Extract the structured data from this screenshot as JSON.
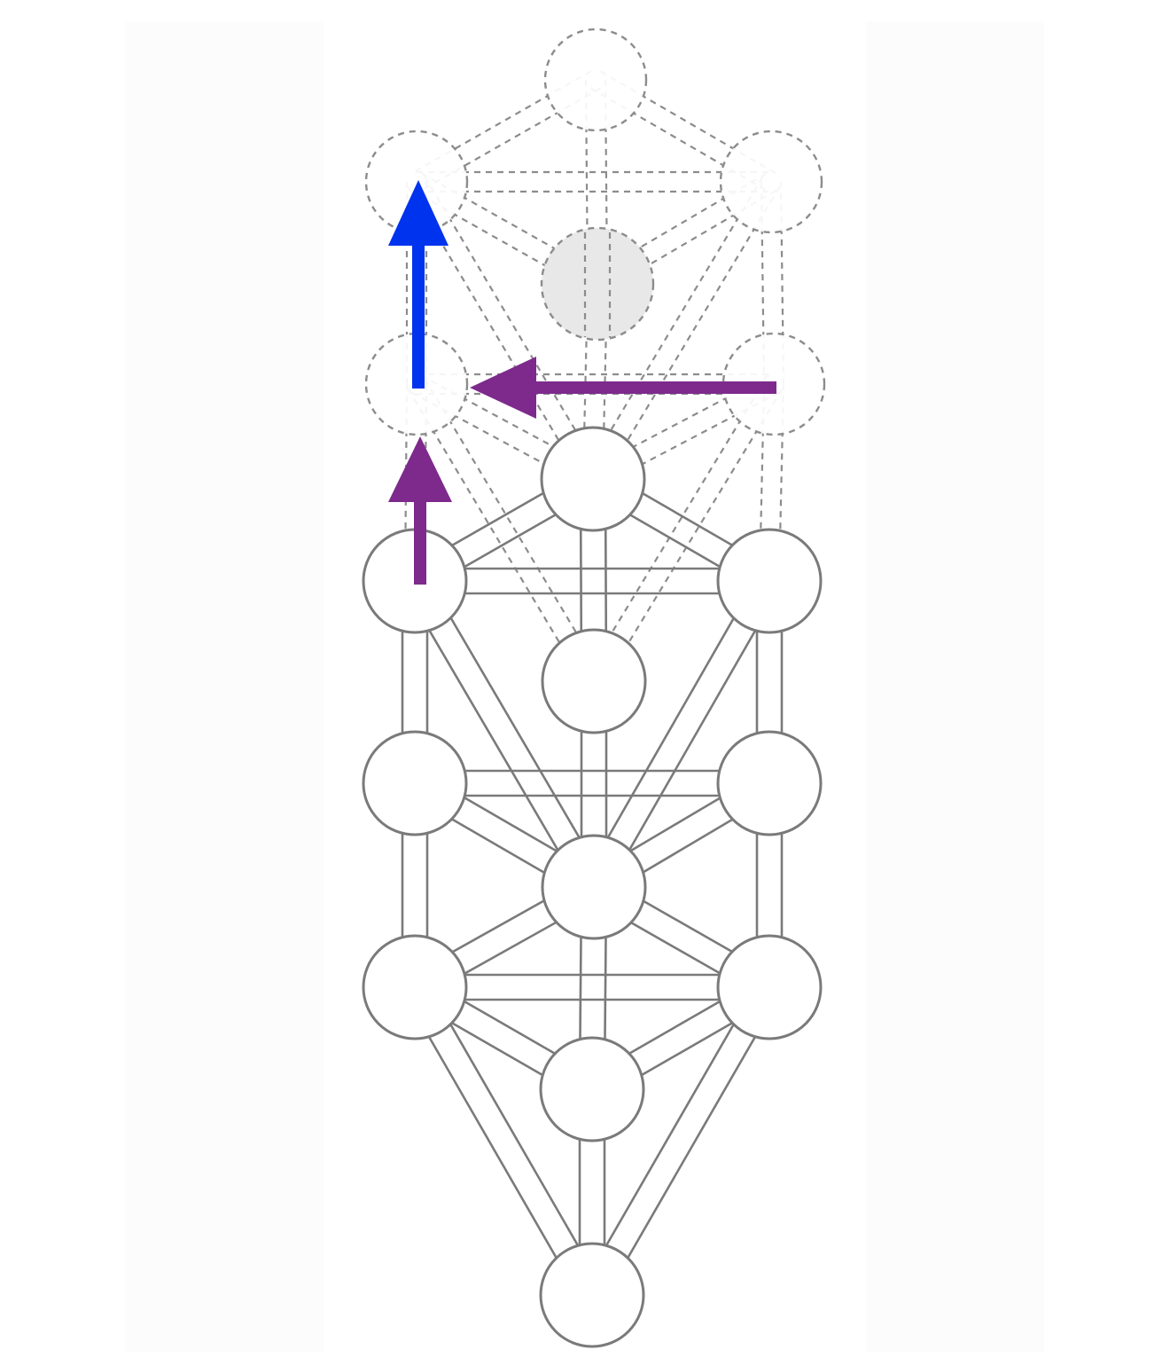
{
  "diagram": {
    "upper_nodes": [
      "upper-top",
      "upper-left-1",
      "upper-right-1",
      "upper-hidden",
      "upper-left-2",
      "upper-right-2"
    ],
    "lower_nodes": [
      "kether",
      "chokmah-left",
      "binah-right",
      "tiphereth-upper",
      "left-mid",
      "right-mid",
      "center-mid",
      "left-low",
      "right-low",
      "yesod",
      "malkuth"
    ],
    "colors": {
      "solid_line": "#7a7a7a",
      "dashed_line": "#8c8c8c",
      "hidden_fill": "#e8e8e8",
      "arrow_blue": "#0033ee",
      "arrow_purple": "#7d2a8c"
    },
    "arrows": [
      {
        "name": "blue-up-arrow",
        "color": "arrow_blue",
        "direction": "up"
      },
      {
        "name": "purple-left-arrow",
        "color": "arrow_purple",
        "direction": "left"
      },
      {
        "name": "purple-up-arrow",
        "color": "arrow_purple",
        "direction": "up"
      }
    ]
  }
}
